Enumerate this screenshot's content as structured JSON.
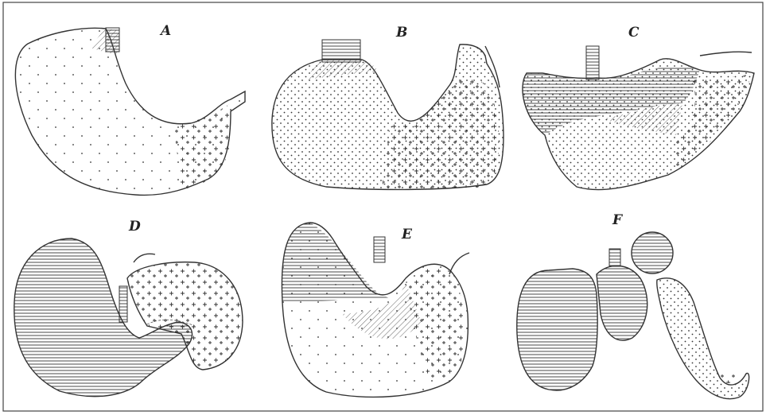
{
  "figure": {
    "panels": [
      {
        "id": "A",
        "label": "A"
      },
      {
        "id": "B",
        "label": "B"
      },
      {
        "id": "C",
        "label": "C"
      },
      {
        "id": "D",
        "label": "D"
      },
      {
        "id": "E",
        "label": "E"
      },
      {
        "id": "F",
        "label": "F"
      }
    ],
    "colors": {
      "ink": "#333333",
      "paper": "#ffffff",
      "border": "#444444"
    },
    "legend_patterns": [
      "horizontal-lines",
      "diagonal-hatch",
      "dots",
      "crosses"
    ]
  }
}
